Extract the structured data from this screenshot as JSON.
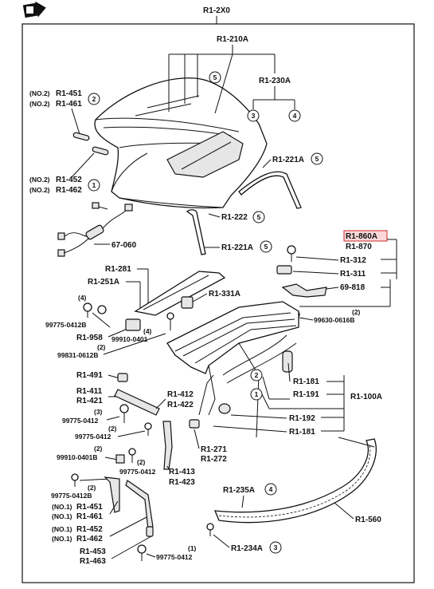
{
  "header": {
    "root_part": "R1-2X0"
  },
  "top_labels": {
    "top_group": "R1-210A",
    "sub_group": "R1-230A",
    "n3": "3",
    "n4": "4",
    "n5a": "5"
  },
  "left_labels": {
    "no2_a": "(NO.2)",
    "r1_451a": "R1-451",
    "no2_b": "(NO.2)",
    "r1_461a": "R1-461",
    "n2a": "2",
    "no2_c": "(NO.2)",
    "r1_452a": "R1-452",
    "no2_d": "(NO.2)",
    "r1_462a": "R1-462",
    "n1a": "1",
    "r67060": "67-060"
  },
  "right_labels": {
    "r221a_top": "R1-221A",
    "n5b": "5",
    "r222": "R1-222",
    "n5c": "5",
    "r221a_mid": "R1-221A",
    "n5d": "5",
    "r860a": "R1-860A",
    "r870": "R1-870",
    "r312": "R1-312",
    "r311": "R1-311",
    "r69818": "69-818",
    "n2_b": "(2)",
    "r99630": "99630-0616B"
  },
  "mid_labels": {
    "r281": "R1-281",
    "r251a": "R1-251A",
    "r331a": "R1-331A",
    "n4_a": "(4)",
    "r99775a": "99775-0412B",
    "r958": "R1-958",
    "n4_b": "(4)",
    "r99910a": "99910-0401",
    "n2_c": "(2)",
    "r99831": "99831-0612B"
  },
  "lower_labels": {
    "r491": "R1-491",
    "r411": "R1-411",
    "r421": "R1-421",
    "n3_a": "(3)",
    "r99775b": "99775-0412",
    "r412": "R1-412",
    "r422": "R1-422",
    "n2_d": "(2)",
    "r99775c": "99775-0412",
    "n2_e": "(2)",
    "r99910b": "99910-0401B",
    "n2_f": "(2)",
    "r99775d": "99775-0412",
    "n2_g": "(2)",
    "r99775e": "99775-0412B",
    "no1_a": "(NO.1)",
    "r451b": "R1-451",
    "no1_b": "(NO.1)",
    "r461b": "R1-461",
    "no1_c": "(NO.1)",
    "r452b": "R1-452",
    "no1_d": "(NO.1)",
    "r462b": "R1-462",
    "r453": "R1-453",
    "r463": "R1-463",
    "n1_a": "(1)",
    "r99775f": "99775-0412",
    "r413": "R1-413",
    "r423": "R1-423",
    "r271": "R1-271",
    "r272": "R1-272"
  },
  "frame_labels": {
    "r181a": "R1-181",
    "r191": "R1-191",
    "r100a": "R1-100A",
    "n2c": "2",
    "n1c": "1",
    "r192": "R1-192",
    "r181b": "R1-181",
    "r235a": "R1-235A",
    "n4c": "4",
    "r560": "R1-560",
    "r234a": "R1-234A",
    "n3c": "3"
  },
  "colors": {
    "highlight_fill": "#f9d7d7",
    "highlight_stroke": "#d84a4a",
    "ink": "#111111"
  }
}
